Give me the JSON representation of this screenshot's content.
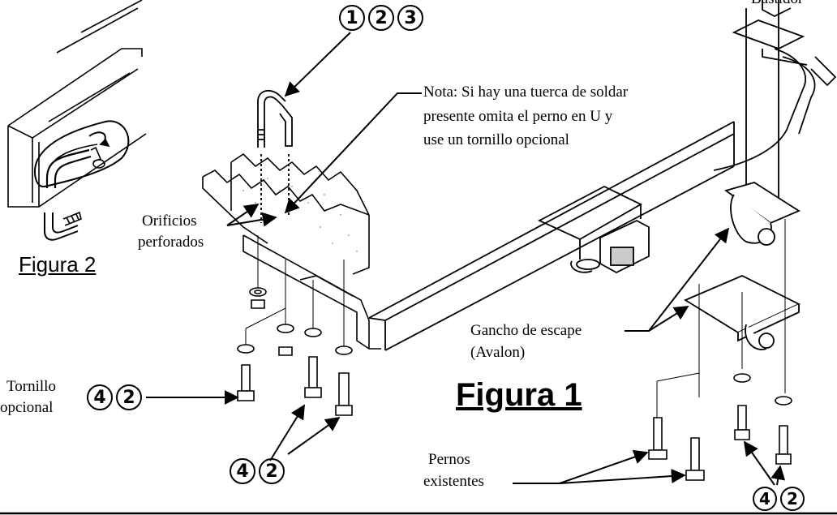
{
  "labels": {
    "bastidor": "Bastidor",
    "nota_line1": "Nota: Si hay una tuerca de soldar",
    "nota_line2": "presente omita el perno en U y",
    "nota_line3": "use un tornillo opcional",
    "orificios_line1": "Orificios",
    "orificios_line2": "perforados",
    "gancho_line1": "Gancho de escape",
    "gancho_line2": "(Avalon)",
    "tornillo_line1": "Tornillo",
    "tornillo_line2": "opcional",
    "pernos_line1": "Pernos",
    "pernos_line2": "existentes"
  },
  "figures": {
    "figura1": "Figura 1",
    "figura2": "Figura 2"
  },
  "callouts": {
    "top": [
      "1",
      "2",
      "3"
    ],
    "tornillo": [
      "4",
      "2"
    ],
    "bottom_left": [
      "4",
      "2"
    ],
    "bottom_right": [
      "4",
      "2"
    ]
  }
}
